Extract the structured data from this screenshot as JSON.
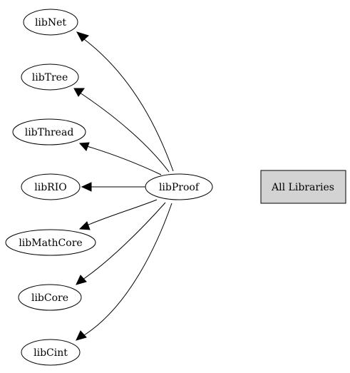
{
  "graph": {
    "source": {
      "id": "libProof",
      "label": "libProof"
    },
    "targets": [
      {
        "id": "libNet",
        "label": "libNet"
      },
      {
        "id": "libTree",
        "label": "libTree"
      },
      {
        "id": "libThread",
        "label": "libThread"
      },
      {
        "id": "libRIO",
        "label": "libRIO"
      },
      {
        "id": "libMathCore",
        "label": "libMathCore"
      },
      {
        "id": "libCore",
        "label": "libCore"
      },
      {
        "id": "libCint",
        "label": "libCint"
      }
    ],
    "edges": [
      {
        "from": "libProof",
        "to": "libNet"
      },
      {
        "from": "libProof",
        "to": "libTree"
      },
      {
        "from": "libProof",
        "to": "libThread"
      },
      {
        "from": "libProof",
        "to": "libRIO"
      },
      {
        "from": "libProof",
        "to": "libMathCore"
      },
      {
        "from": "libProof",
        "to": "libCore"
      },
      {
        "from": "libProof",
        "to": "libCint"
      }
    ]
  },
  "legend": {
    "label": "All Libraries",
    "fill_color": "#d3d3d3"
  },
  "colors": {
    "stroke": "#000000",
    "node_fill": "#ffffff",
    "background": "#ffffff"
  }
}
